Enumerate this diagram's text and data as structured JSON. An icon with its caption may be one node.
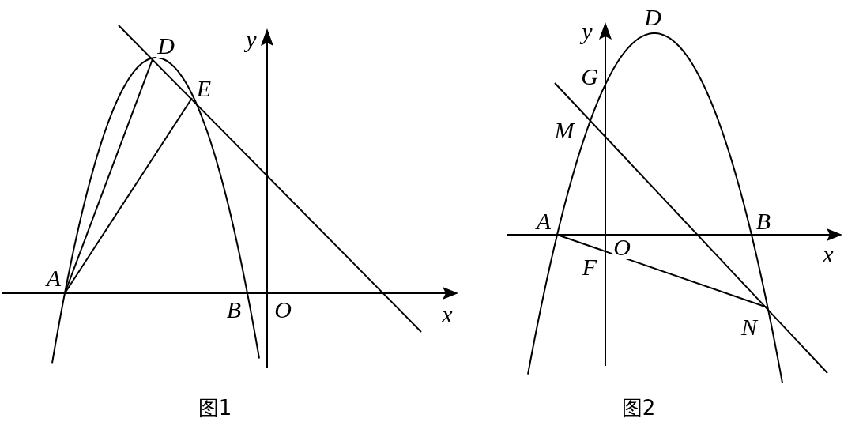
{
  "diagram": {
    "labels": [
      "D",
      "y",
      "E",
      "A",
      "B",
      "O",
      "x",
      "D",
      "y",
      "G",
      "M",
      "A",
      "B",
      "F",
      "O",
      "x",
      "N",
      "图1",
      "图2"
    ]
  }
}
